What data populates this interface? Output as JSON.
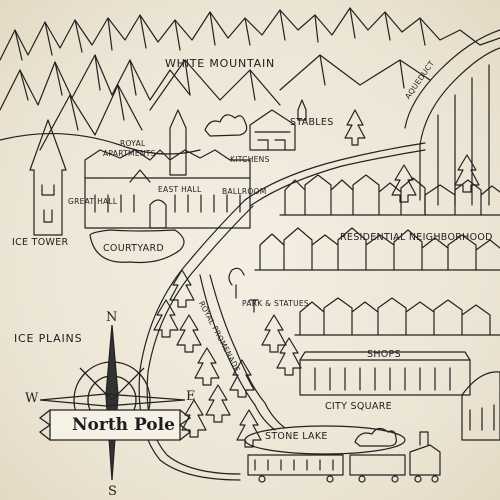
{
  "map": {
    "title": "North Pole",
    "labels": {
      "white_mountain": "WHITE MOUNTAIN",
      "aqueduct": "AQUEDUCT",
      "stables": "STABLES",
      "royal": "ROYAL",
      "apartments": "APARTMENTS",
      "kitchens": "KITCHENS",
      "east_hall": "EAST HALL",
      "ballroom": "BALLROOM",
      "great_hall": "GREAT HALL",
      "ice_tower": "ICE TOWER",
      "courtyard": "COURTYARD",
      "residential_neighborhood": "RESIDENTIAL NEIGHBORHOOD",
      "park_statues": "PARK & STATUES",
      "royal_promenade": "ROYAL PROMENADE",
      "ice_plains": "ICE PLAINS",
      "shops": "SHOPS",
      "city_square": "CITY SQUARE",
      "stone_lake": "STONE LAKE"
    },
    "compass": {
      "n": "N",
      "s": "S",
      "e": "E",
      "w": "W"
    },
    "colors": {
      "ink": "#1e1e1e",
      "paper": "#efe9dc"
    }
  }
}
